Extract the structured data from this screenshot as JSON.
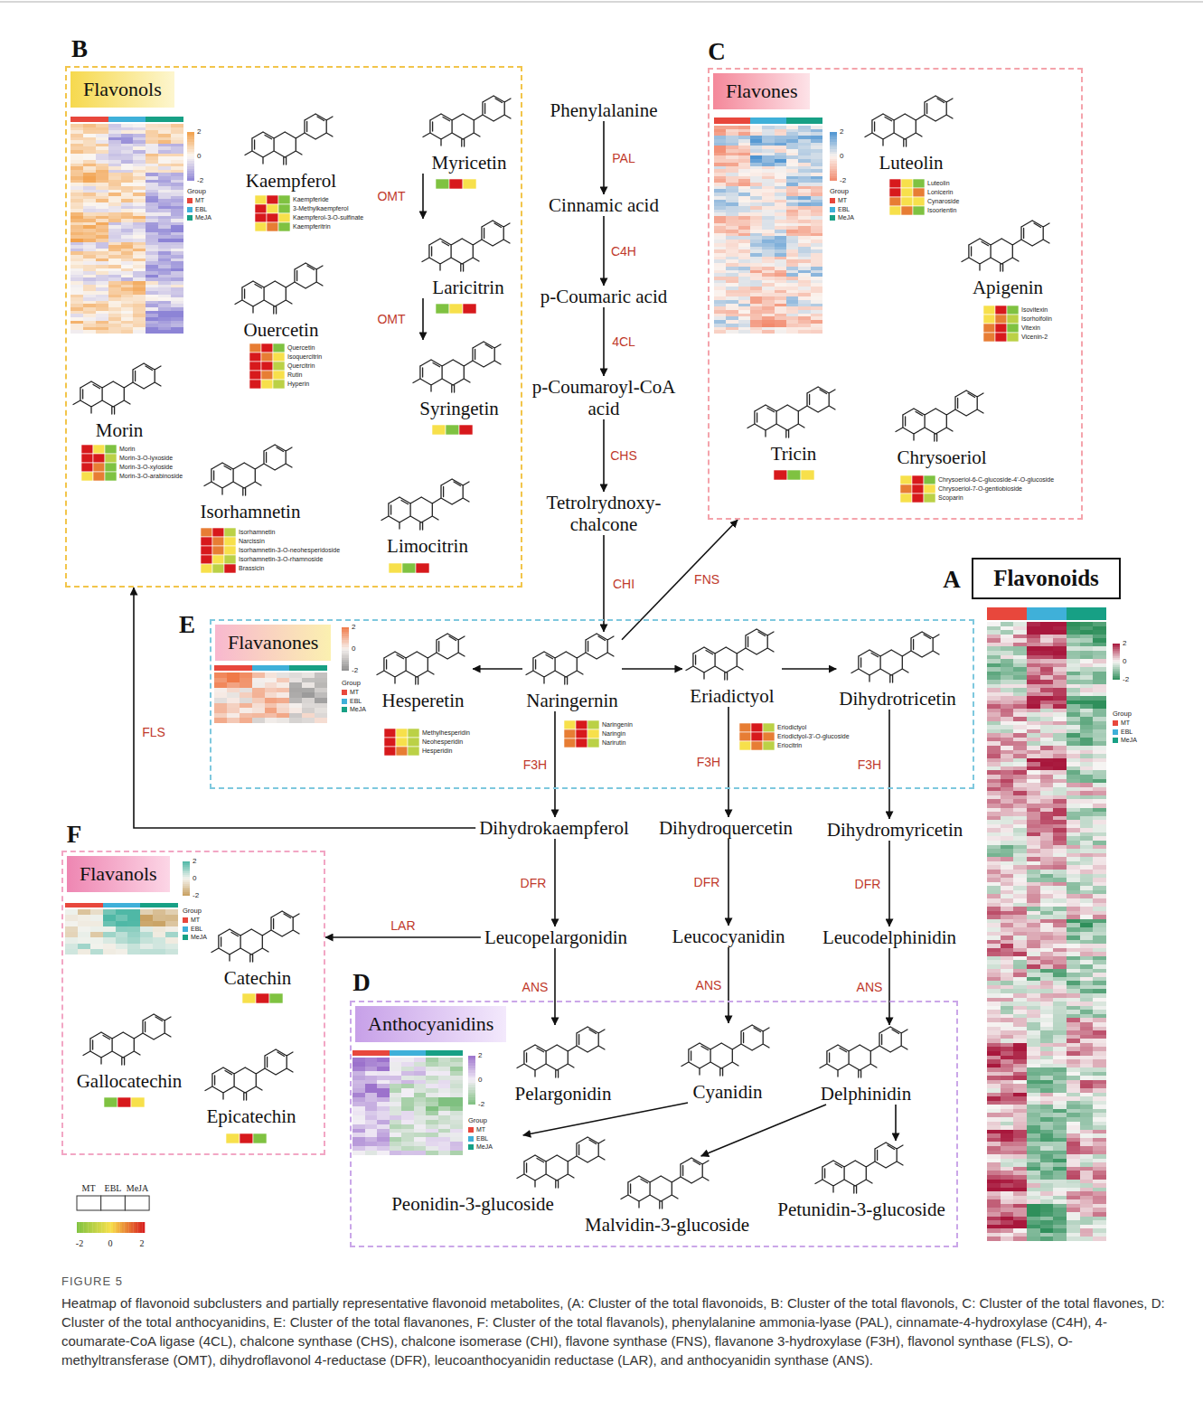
{
  "diagram": {
    "caption": "Heatmap of flavonoid subclusters and partially representative flavonoid metabolites, (A: Cluster of the total flavonoids, B: Cluster of the total flavonols, C: Cluster of the total flavones, D: Cluster of the total anthocyanidins, E: Cluster of the total flavanones, F: Cluster of the total flavanols), phenylalanine ammonia-lyase (PAL), cinnamate-4-hydroxylase (C4H), 4-coumarate-CoA ligase (4CL), chalcone synthase (CHS), chalcone isomerase (CHI), flavone synthase (FNS), flavanone 3-hydroxylase (F3H), flavonol synthase (FLS), O-methyltransferase (OMT), dihydroflavonol 4-reductase (DFR), leucoanthocyanidin reductase (LAR), and anthocyanidin synthase (ANS).",
    "nodes": [
      {
        "text": [
          "Flavonols"
        ]
      },
      {
        "text": [
          "Kaempferol"
        ],
        "in": 0
      },
      {
        "text": [
          "Myricetin"
        ],
        "in": 0
      },
      {
        "text": [
          "Ouercetin"
        ],
        "in": 0
      },
      {
        "text": [
          "Laricitrin"
        ],
        "in": 0
      },
      {
        "text": [
          "Syringetin"
        ],
        "in": 0
      },
      {
        "text": [
          "Morin"
        ],
        "in": 0
      },
      {
        "text": [
          "Isorhamnetin"
        ],
        "in": 0
      },
      {
        "text": [
          "Limocitrin"
        ],
        "in": 0
      },
      {
        "text": [
          "Phenylalanine"
        ]
      },
      {
        "text": [
          "Cinnamic acid"
        ]
      },
      {
        "text": [
          "p-Coumaric acid"
        ]
      },
      {
        "text": [
          "p-Coumaroyl-CoA acid"
        ]
      },
      {
        "text": [
          "Tetrolrydnoxy- chalcone"
        ]
      },
      {
        "text": [
          "Flavones"
        ]
      },
      {
        "text": [
          "Luteolin"
        ],
        "in": 14
      },
      {
        "text": [
          "Apigenin"
        ],
        "in": 14
      },
      {
        "text": [
          "Tricin"
        ],
        "in": 14
      },
      {
        "text": [
          "Chrysoeriol"
        ],
        "in": 14
      },
      {
        "text": [
          "Flavonoids"
        ]
      },
      {
        "text": [
          "Flavanones"
        ]
      },
      {
        "text": [
          "Hesperetin"
        ],
        "in": 20
      },
      {
        "text": [
          "Naringernin"
        ],
        "in": 20
      },
      {
        "text": [
          "Eriadictyol"
        ],
        "in": 20
      },
      {
        "text": [
          "Dihydrotricetin"
        ],
        "in": 20
      },
      {
        "text": [
          "Dihydrokaempferol"
        ]
      },
      {
        "text": [
          "Dihydroquercetin"
        ]
      },
      {
        "text": [
          "Dihydromyricetin"
        ]
      },
      {
        "text": [
          "Flavanols"
        ]
      },
      {
        "text": [
          "Catechin"
        ],
        "in": 28
      },
      {
        "text": [
          "Gallocatechin"
        ],
        "in": 28
      },
      {
        "text": [
          "Epicatechin"
        ],
        "in": 28
      },
      {
        "text": [
          "Leucopelargonidin"
        ]
      },
      {
        "text": [
          "Leucocyanidin"
        ]
      },
      {
        "text": [
          "Leucodelphinidin"
        ]
      },
      {
        "text": [
          "Anthocyanidins"
        ]
      },
      {
        "text": [
          "Pelargonidin"
        ],
        "in": 35
      },
      {
        "text": [
          "Cyanidin"
        ],
        "in": 35
      },
      {
        "text": [
          "Delphinidin"
        ],
        "in": 35
      },
      {
        "text": [
          "Peonidin-3-glucoside"
        ],
        "in": 35
      },
      {
        "text": [
          "Malvidin-3-glucoside"
        ],
        "in": 35
      },
      {
        "text": [
          "Petunidin-3-glucoside"
        ],
        "in": 35
      }
    ],
    "edges": [
      {
        "from": 9,
        "to": 10,
        "label": "PAL",
        "arrow": "to"
      },
      {
        "from": 10,
        "to": 11,
        "label": "C4H",
        "arrow": "to"
      },
      {
        "from": 11,
        "to": 12,
        "label": "4CL",
        "arrow": "to"
      },
      {
        "from": 12,
        "to": 13,
        "label": "CHS",
        "arrow": "to"
      },
      {
        "from": 13,
        "to": 22,
        "label": "CHI",
        "arrow": "to"
      },
      {
        "from": 22,
        "to": 14,
        "label": "FNS",
        "arrow": "to"
      },
      {
        "from": 2,
        "to": 4,
        "label": "OMT",
        "arrow": "to"
      },
      {
        "from": 4,
        "to": 5,
        "label": "OMT",
        "arrow": "to"
      },
      {
        "from": 22,
        "to": 21,
        "arrow": "to"
      },
      {
        "from": 22,
        "to": 23,
        "arrow": "to"
      },
      {
        "from": 23,
        "to": 24,
        "arrow": "to"
      },
      {
        "from": 22,
        "to": 25,
        "label": "F3H",
        "arrow": "to"
      },
      {
        "from": 23,
        "to": 26,
        "label": "F3H",
        "arrow": "to"
      },
      {
        "from": 24,
        "to": 27,
        "label": "F3H",
        "arrow": "to"
      },
      {
        "from": 25,
        "to": 0,
        "label": "FLS",
        "arrow": "to"
      },
      {
        "from": 25,
        "to": 32,
        "label": "DFR",
        "arrow": "to"
      },
      {
        "from": 26,
        "to": 33,
        "label": "DFR",
        "arrow": "to"
      },
      {
        "from": 27,
        "to": 34,
        "label": "DFR",
        "arrow": "to"
      },
      {
        "from": 32,
        "to": 28,
        "label": "LAR",
        "arrow": "to"
      },
      {
        "from": 32,
        "to": 36,
        "label": "ANS",
        "arrow": "to"
      },
      {
        "from": 33,
        "to": 37,
        "label": "ANS",
        "arrow": "to"
      },
      {
        "from": 34,
        "to": 38,
        "label": "ANS",
        "arrow": "to"
      },
      {
        "from": 37,
        "to": 39,
        "arrow": "to"
      },
      {
        "from": 38,
        "to": 40,
        "arrow": "to"
      },
      {
        "from": 38,
        "to": 41,
        "arrow": "to"
      }
    ],
    "labels": [
      "B",
      "C",
      "A",
      "E",
      "F",
      "D",
      "2",
      "0",
      "-2",
      "Group",
      "Kaempferide",
      "3-Methylkaempferol",
      "Kaempferol-3-O-sulfinate",
      "Kaempferitrin",
      "Quercetin",
      "Isoquercitrin",
      "Quercitrin",
      "Rutin",
      "Hyperin",
      "Morin",
      "Morin-3-O-lyxoside",
      "Morin-3-O-xyloside",
      "Morin-3-O-arabinoside",
      "Isorhamnetin",
      "Narcissin",
      "Isorhamnetin-3-O-neohesperidoside",
      "Isorhamnetin-3-O-rhamnoside",
      "Brassicin",
      "2",
      "0",
      "-2",
      "Group",
      "Luteolin",
      "Lonicerin",
      "Cynaroside",
      "Isoorientin",
      "Isovitexin",
      "Isorhoifolin",
      "Vitexin",
      "Vicenin-2",
      "Chrysoeriol-6-C-glucoside-4'-O-glucoside",
      "Chrysoeriol-7-O-gentiobioside",
      "Scoparin",
      "2",
      "0",
      "-2",
      "Group",
      "2",
      "0",
      "-2",
      "Group",
      "Methylhesperidin",
      "Neohesperidin",
      "Hesperidin",
      "Naringenin",
      "Naringin",
      "Narirutin",
      "Eriodictyol",
      "Eriodictyol-3'-O-glucoside",
      "Eriocitrin",
      "2",
      "0",
      "-2",
      "Group",
      "2",
      "0",
      "-2",
      "Group",
      "MT",
      "EBL",
      "MeJA",
      "-2",
      "0",
      "2",
      "FIGURE 5"
    ],
    "legend": [
      {
        "text": "MT",
        "color": "#e8473c"
      },
      {
        "text": "EBL",
        "color": "#3fb0d9"
      },
      {
        "text": "MeJA",
        "color": "#17a085"
      },
      {
        "text": "MT",
        "color": "#e8473c"
      },
      {
        "text": "EBL",
        "color": "#3fb0d9"
      },
      {
        "text": "MeJA",
        "color": "#17a085"
      },
      {
        "text": "MT",
        "color": "#e8473c"
      },
      {
        "text": "EBL",
        "color": "#3fb0d9"
      },
      {
        "text": "MeJA",
        "color": "#17a085"
      },
      {
        "text": "MT",
        "color": "#e8473c"
      },
      {
        "text": "EBL",
        "color": "#3fb0d9"
      },
      {
        "text": "MeJA",
        "color": "#17a085"
      },
      {
        "text": "MT",
        "color": "#e8473c"
      },
      {
        "text": "EBL",
        "color": "#3fb0d9"
      },
      {
        "text": "MeJA",
        "color": "#17a085"
      },
      {
        "text": "MT",
        "color": "#e8473c"
      },
      {
        "text": "EBL",
        "color": "#3fb0d9"
      },
      {
        "text": "MeJA",
        "color": "#17a085"
      }
    ]
  }
}
